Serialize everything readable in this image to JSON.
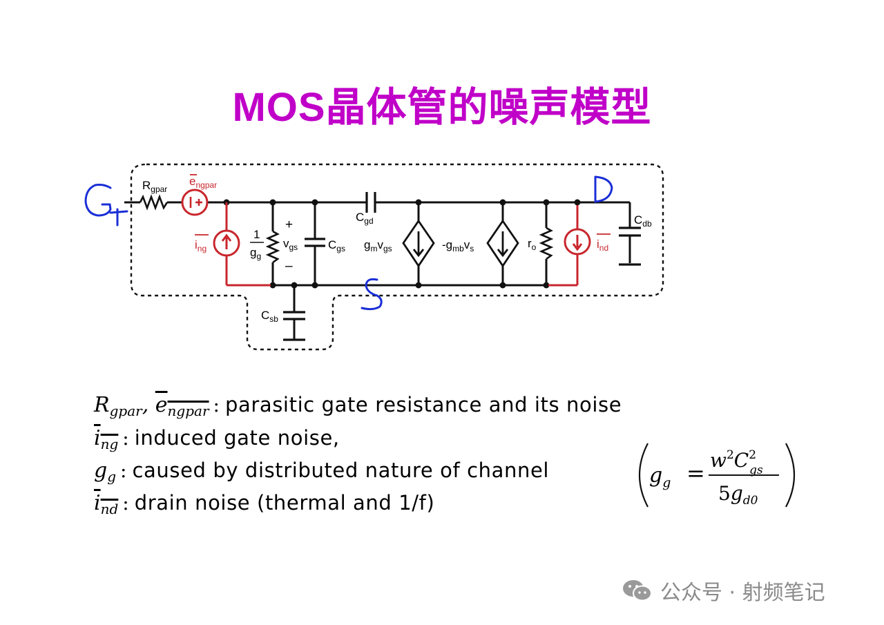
{
  "title": "MOS晶体管的噪声模型",
  "circuit": {
    "labels": {
      "rgpar": {
        "main": "R",
        "sub": "gpar"
      },
      "engpar": {
        "main": "e",
        "sub": "ngpar"
      },
      "ing": {
        "main": "i",
        "sub": "ng"
      },
      "one_over_gg": {
        "num": "1",
        "den_main": "g",
        "den_sub": "g"
      },
      "plus": "+",
      "minus": "–",
      "vgs": {
        "main": "v",
        "sub": "gs"
      },
      "cgs": {
        "main": "C",
        "sub": "gs"
      },
      "cgd": {
        "main": "C",
        "sub": "gd"
      },
      "gmvgs": {
        "p1": "g",
        "s1": "m",
        "p2": "v",
        "s2": "gs"
      },
      "gmbvs": {
        "p1": "-g",
        "s1": "mb",
        "p2": "v",
        "s2": "s"
      },
      "ro": {
        "main": "r",
        "sub": "o"
      },
      "ind": {
        "main": "i",
        "sub": "nd"
      },
      "cdb": {
        "main": "C",
        "sub": "db"
      },
      "csb": {
        "main": "C",
        "sub": "sb"
      },
      "source_glyph": "+"
    },
    "handwritten": {
      "gate": "G",
      "drain": "D",
      "source": "S"
    },
    "colors": {
      "noise": "#c8262c",
      "handwriting": "#1a2ed6",
      "wire": "#111111"
    }
  },
  "legend": [
    {
      "symbol_html": "R<sub>gpar</sub>, <span class=\"ovl\">e<sub>ngpar</sub></span>",
      "description": "parasitic gate resistance and its noise"
    },
    {
      "symbol_html": "<span class=\"ovl\">i<sub>ng</sub></span>",
      "description": "induced gate noise,"
    },
    {
      "symbol_html": "g<sub>g</sub>",
      "description": "caused by distributed nature of channel"
    },
    {
      "symbol_html": "<span class=\"ovl\">i<sub>nd</sub></span>",
      "description": "drain noise (thermal and 1/f)"
    }
  ],
  "legend_colon": ":",
  "formula": {
    "lhs": "g",
    "lhs_sub": "g",
    "eq": "=",
    "num": "w",
    "num_sup": "2",
    "num_c": "C",
    "num_c_sup": "2",
    "num_c_sub": "gs",
    "den": "5",
    "den_g": "g",
    "den_sub": "d0"
  },
  "watermark": {
    "text": "公众号 · 射频笔记",
    "icon": "wechat-icon"
  }
}
